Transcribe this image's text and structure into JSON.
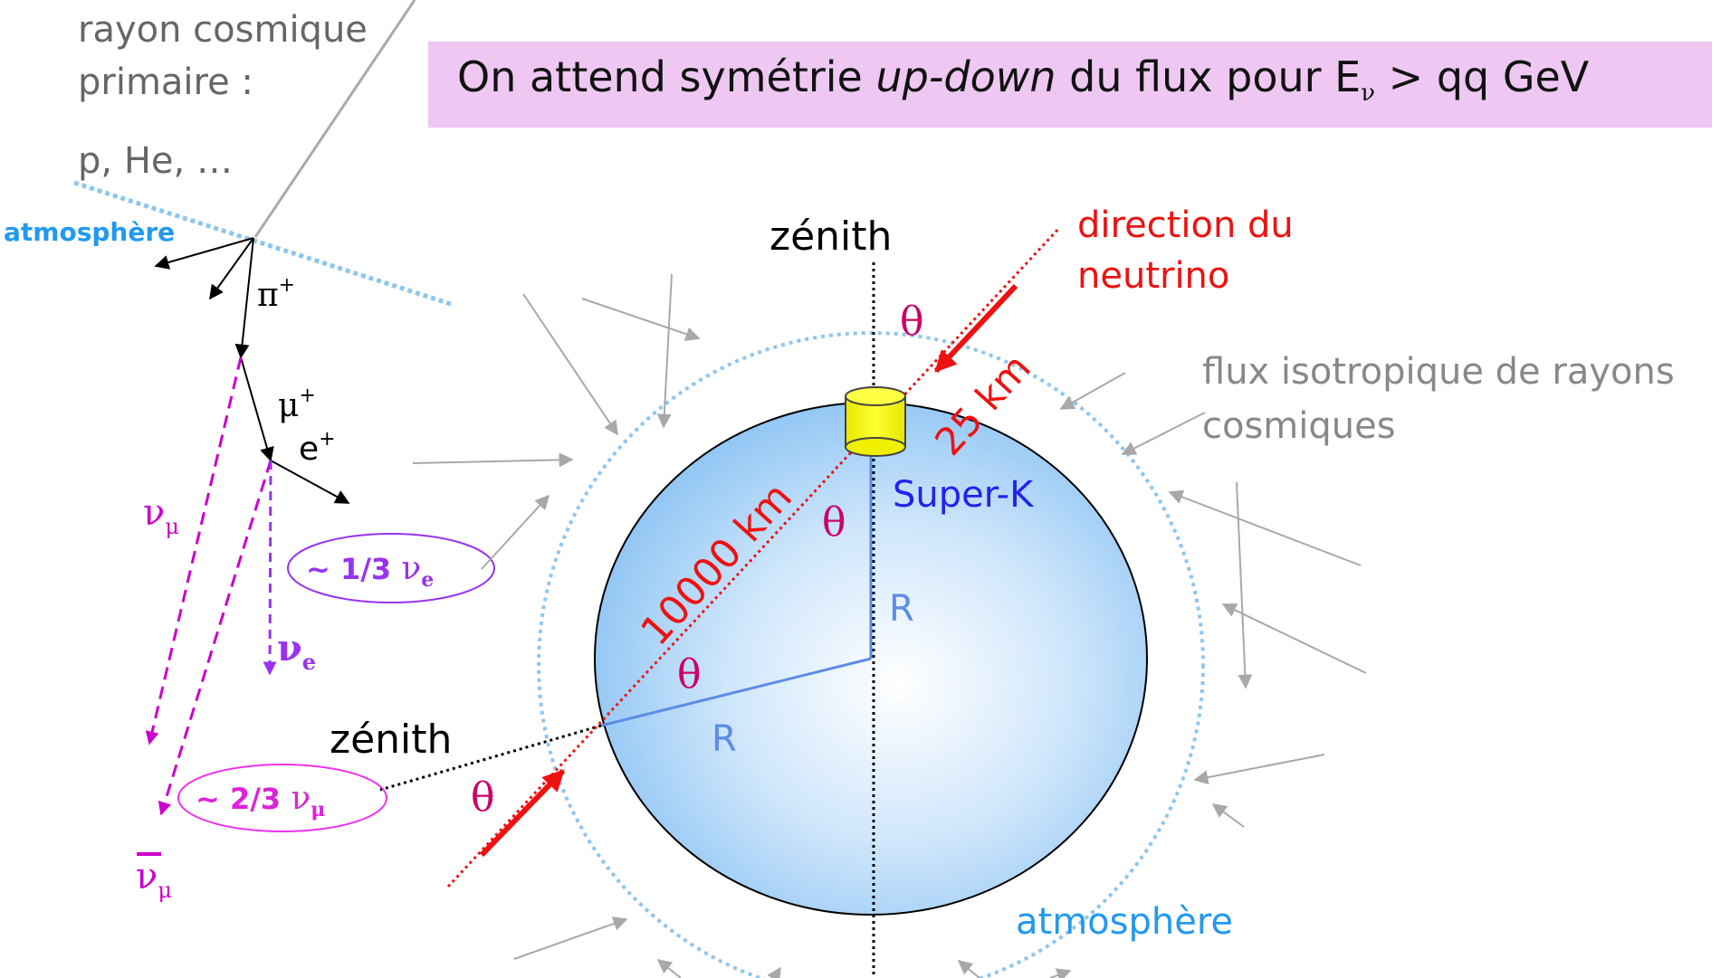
{
  "banner": {
    "prefix": "On attend symétrie ",
    "italic": "up-down",
    "suffix": " du flux pour E",
    "sub": "ν",
    "tail": " > qq GeV"
  },
  "cosmic_ray": {
    "line1": "rayon cosmique",
    "line2": "primaire :",
    "particles": "p, He, …"
  },
  "labels": {
    "atmosphere_left": "atmosphère",
    "atmosphere_bottom": "atmosphère",
    "zenith_top": "zénith",
    "zenith_left": "zénith",
    "direction_line1": "direction du",
    "direction_line2": "neutrino",
    "flux_line1": "flux isotropique de rayons",
    "flux_line2": "cosmiques",
    "super_k": "Super-K",
    "dist_25": "25 km",
    "dist_10000": "10000 km",
    "radius": "R",
    "theta": "θ"
  },
  "particles": {
    "pion": "π",
    "pion_charge": "+",
    "muon": "μ",
    "muon_charge": "+",
    "positron": "e",
    "positron_charge": "+",
    "nu": "ν",
    "nu_mu_sub": "μ",
    "nu_e_sub": "e",
    "nu_mu_bar": "ν",
    "nu_mu_bar_sub": "μ"
  },
  "ratios": {
    "nu_e_prefix": "~ 1/3 ",
    "nu_mu_prefix": "~ 2/3 "
  },
  "colors": {
    "banner_bg": "#eec8f2",
    "atmosphere": "#8ec6ee",
    "neutrino_red": "#ee1111",
    "nu_mu_magenta": "#cc00cc",
    "nu_e_purple": "#9933ee",
    "earth_light": "#ffffff",
    "earth_dark": "#8cc4f5",
    "detector_yellow": "#ffff00",
    "flux_gray": "#a8a8a8",
    "radius_blue": "#5d8ce8",
    "label_blue": "#2222ee",
    "atmo_label": "#2299ee"
  }
}
